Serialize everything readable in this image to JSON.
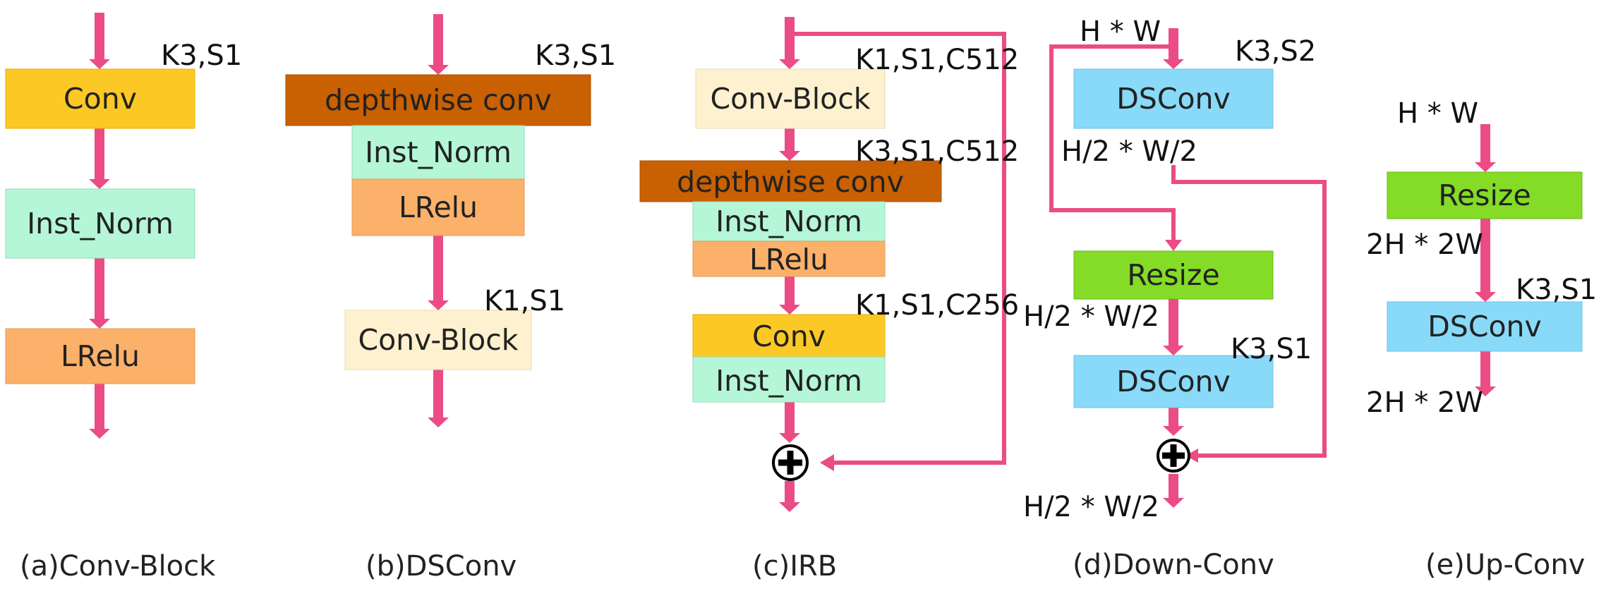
{
  "colors": {
    "conv": "#FCC825",
    "inst_norm": "#B4F6D6",
    "lrelu": "#FBB16A",
    "depthwise": "#C96001",
    "conv_block": "#FEF1CF",
    "dsconv": "#88DAF8",
    "resize": "#84DC26",
    "arrow": "#EB4C85"
  },
  "icons": {
    "add": "circled-plus-icon"
  },
  "panels": {
    "a": {
      "caption": "(a)Conv-Block",
      "params": [
        "K3,S1"
      ],
      "blocks": [
        "Conv",
        "Inst_Norm",
        "LRelu"
      ]
    },
    "b": {
      "caption": "(b)DSConv",
      "params": [
        "K3,S1",
        "K1,S1"
      ],
      "blocks": [
        "depthwise conv",
        "Inst_Norm",
        "LRelu",
        "Conv-Block"
      ]
    },
    "c": {
      "caption": "(c)IRB",
      "params": [
        "K1,S1,C512",
        "K3,S1,C512",
        "K1,S1,C256"
      ],
      "blocks": [
        "Conv-Block",
        "depthwise conv",
        "Inst_Norm",
        "LRelu",
        "Conv",
        "Inst_Norm"
      ]
    },
    "d": {
      "caption": "(d)Down-Conv",
      "params": [
        "K3,S2",
        "K3,S1"
      ],
      "dims": [
        "H * W",
        "H/2 * W/2",
        "H/2 * W/2",
        "H/2 * W/2"
      ],
      "blocks": [
        "DSConv",
        "Resize",
        "DSConv"
      ]
    },
    "e": {
      "caption": "(e)Up-Conv",
      "params": [
        "K3,S1"
      ],
      "dims": [
        "H * W",
        "2H * 2W",
        "2H * 2W"
      ],
      "blocks": [
        "Resize",
        "DSConv"
      ]
    }
  }
}
